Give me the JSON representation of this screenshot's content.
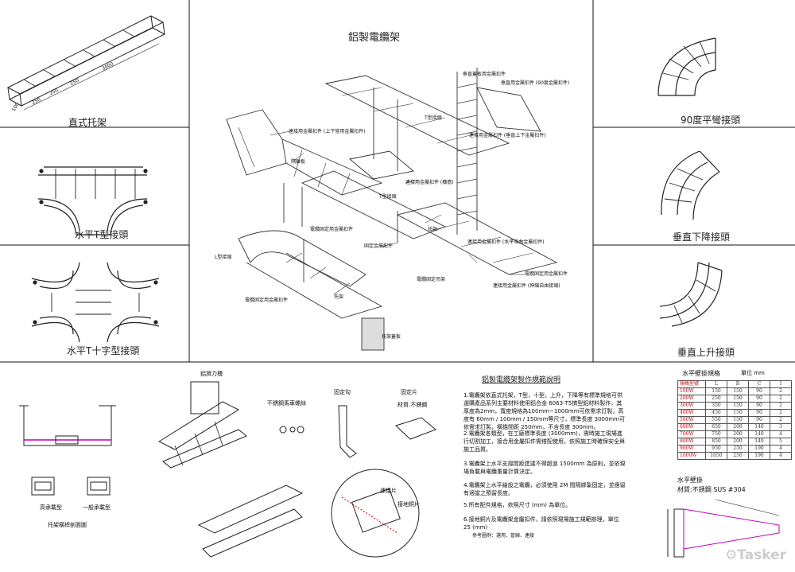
{
  "title": "鋁製電纜架",
  "left_panels": [
    {
      "label": "直式托架",
      "dims": [
        "250",
        "250",
        "250",
        "3000",
        "100"
      ]
    },
    {
      "label": "水平T型接頭"
    },
    {
      "label": "水平T十字型接頭"
    }
  ],
  "right_panels": [
    {
      "label": "90度平彎接頭"
    },
    {
      "label": "垂直下降接頭"
    },
    {
      "label": "垂直上升接頭"
    }
  ],
  "callouts": [
    "垂直蓋板用金屬扣件",
    "垂直用金屬扣件 (90度金屬扣件)",
    "T型接頭",
    "連接用金屬扣件 (上下彎用金屬扣件)",
    "隔離板",
    "連接用金屬扣件 (垂直上下金屬扣件)",
    "連接用金屬扣件 (橫擔)",
    "T型接頭",
    "電纜固定用金屬扣件",
    "托架",
    "固定金屬配件",
    "連接用金屬扣件 (水平彎曲金屬扣件)",
    "電纜固定吊架",
    "電纜固定用金屬扣件",
    "L型接頭",
    "電纜固定用金屬扣件",
    "托架",
    "連接用金屬扣件 (伸縮自由接頭)",
    "托架蓋板"
  ],
  "bottom": {
    "section": {
      "caption": "托架橫桿剖面圖",
      "left": "高承載型",
      "right": "一般承載型"
    },
    "crossbar": "鋁擠力槽",
    "bolt": "不銹鋼馬車螺絲",
    "hook": "固定勾",
    "clip": {
      "label": "固定片",
      "material": "材質:不銹鋼"
    },
    "connector": "連接片",
    "washer": "接地銅片"
  },
  "notes": {
    "title": "鋁製電纜架製作規範說明",
    "items": [
      "1.電纜架依直式托架，T型，十型，上升，下降等有標準規格可供選購產品系列主要材料使用鋁合金 6063-T5擠型鋁材料製作，其厚度為2mm，寬度規格為100mm~1000mm可依需求訂製，高度有 60mm / 100mm / 150mm等尺寸，標準長度 3000mm可依需求訂製，橫擔間距 250mm，不含長度 300mm。",
      "2.電纜架各類型，在工廠標準長度 (3000mm)，需時施工現場進行切割加工，接合用金屬扣件需搭配使用，依照施工時確保安全與施工品質。",
      "3.電纜架上水平支撐間距建議不得超過 1500mm 為原則，並依現場負載與電纜重量計算決定。",
      "4.電纜架上水平繪設之電纜，必須使用 2M 間隔綁紮固定，並應留有適當之預留長度。",
      "5.所有配件規格，依照尺寸 (mm) 為單位。",
      "6.接地銅片及電纜架金屬扣件，請依照現場施工規範辦理，單位 25 (mm)"
    ],
    "footer": "參考圖例：選用、管線、連接"
  },
  "spec_table": {
    "title": "水平壁掛規格",
    "unit_label": "單位 mm",
    "headers": [
      "規格型號",
      "L",
      "B",
      "C",
      "I"
    ],
    "rows": [
      [
        "100W",
        "150",
        "150",
        "90",
        "2"
      ],
      [
        "200W",
        "250",
        "150",
        "90",
        "2"
      ],
      [
        "300W",
        "350",
        "150",
        "90",
        "2"
      ],
      [
        "400W",
        "450",
        "150",
        "90",
        "2"
      ],
      [
        "500W",
        "550",
        "150",
        "90",
        "2"
      ],
      [
        "600W",
        "650",
        "200",
        "140",
        "3"
      ],
      [
        "700W",
        "750",
        "200",
        "140",
        "4"
      ],
      [
        "800W",
        "850",
        "200",
        "140",
        "5"
      ],
      [
        "900W",
        "950",
        "250",
        "190",
        "4"
      ],
      [
        "1000W",
        "1050",
        "250",
        "190",
        "4"
      ]
    ],
    "caption": "水平壁掛",
    "material": "材質:不銹鋼 SUS #304"
  },
  "watermark": "Tasker",
  "colors": {
    "line": "#111111",
    "grid": "#444444",
    "accent": "#c00000",
    "highlight": "#c000c0"
  }
}
